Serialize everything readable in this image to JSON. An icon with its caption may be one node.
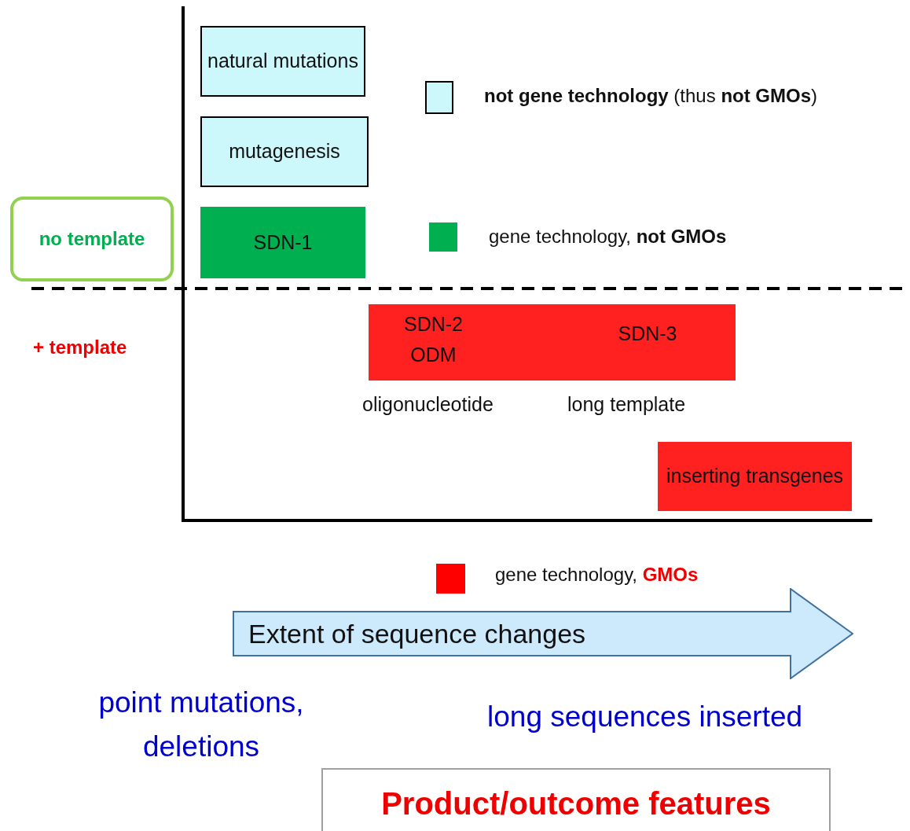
{
  "diagram": {
    "nodes": [
      {
        "text": [
          "natural mutations"
        ]
      },
      {
        "text": [
          "mutagenesis"
        ]
      },
      {
        "text": [
          "SDN-1"
        ]
      },
      {
        "text": [
          "no template"
        ]
      },
      {
        "text": [
          "SDN-2 ODM",
          "SDN-3"
        ],
        "beside": [
          "oligonucleotide",
          "long template"
        ]
      },
      {
        "text": [
          "inserting transgenes"
        ]
      },
      {
        "text": [
          "Extent of sequence changes"
        ]
      },
      {
        "text": [
          "Product/outcome features"
        ]
      }
    ],
    "labels": [
      "+ template",
      "point mutations, deletions",
      "long sequences inserted"
    ],
    "legend": [
      {
        "text": "**not gene technology** (thus **not GMOs**)",
        "color": "#ccf7fb"
      },
      {
        "text": "gene technology, **not GMOs**",
        "color": "#00b050"
      },
      {
        "text": "gene technology, **GMOs**",
        "color": "#ff0000"
      }
    ]
  }
}
